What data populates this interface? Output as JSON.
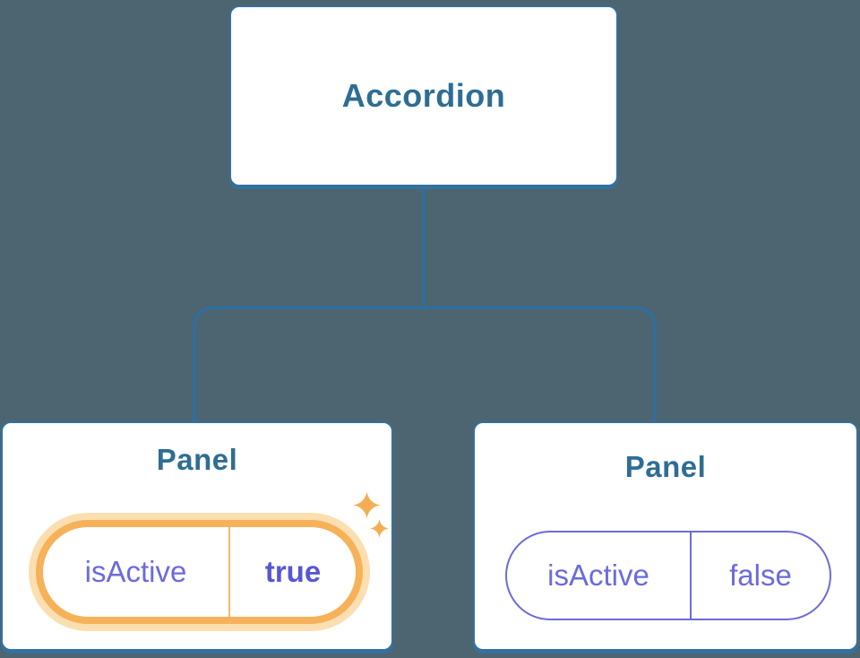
{
  "diagram": {
    "root": {
      "label": "Accordion"
    },
    "children": [
      {
        "label": "Panel",
        "prop_name": "isActive",
        "prop_value": "true",
        "state": "active",
        "highlight_icon": "sparkles-icon"
      },
      {
        "label": "Panel",
        "prop_name": "isActive",
        "prop_value": "false",
        "state": "inactive"
      }
    ]
  },
  "colors": {
    "background": "#4D6570",
    "node_fill": "#FFFFFF",
    "node_border": "#33719F",
    "node_title_text": "#2E6D94",
    "connector": "#2F6F9F",
    "prop_text": "#6B6BDA",
    "prop_value_active_text": "#5757D2",
    "highlight_ring": "#F6B159",
    "highlight_halo": "#FBDFB0",
    "highlight_divider": "#F5BC69",
    "sparkle": "#F3AE55"
  }
}
